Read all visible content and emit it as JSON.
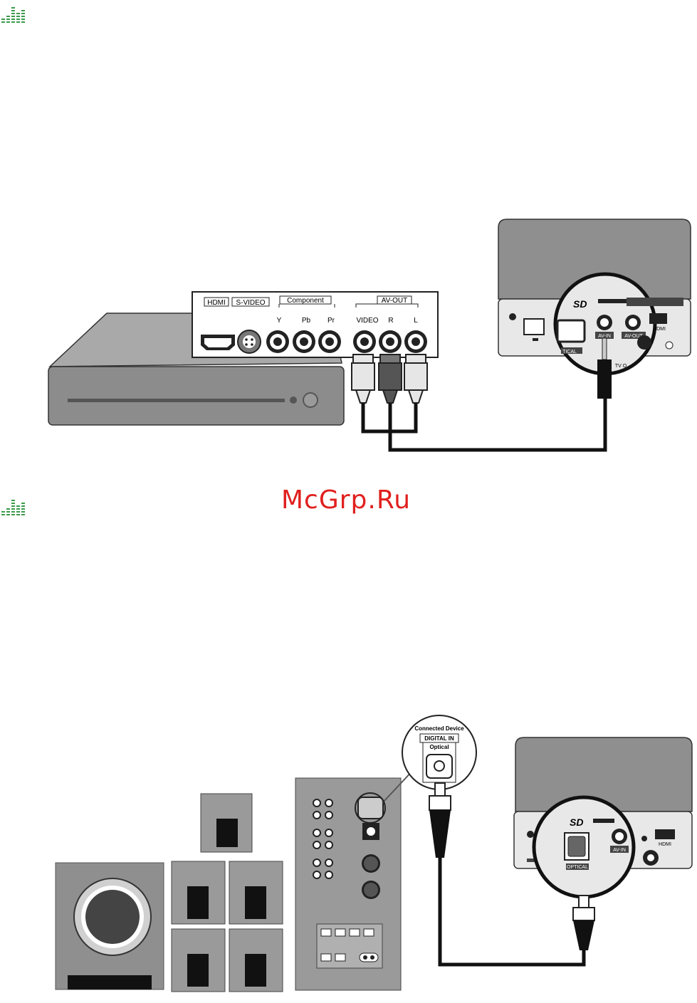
{
  "watermark": "McGrp.Ru",
  "colors": {
    "logo_green": "#3a9a4a",
    "watermark_red": "#e0201e",
    "device_gray": "#8f8f8f",
    "panel_dark": "#2a2a2a"
  },
  "diagram1": {
    "panel": {
      "hdmi": "HDMI",
      "svideo": "S-VIDEO",
      "component": "Component",
      "av_out": "AV-OUT",
      "y": "Y",
      "pb": "Pb",
      "pr": "Pr",
      "video": "VIDEO",
      "r": "R",
      "l": "L"
    },
    "player": {
      "sd": "SD",
      "av_in": "AV-IN",
      "av_out": "AV-OUT",
      "hdmi": "HDMI",
      "optical": "TICAL",
      "tv": "TV O"
    }
  },
  "diagram2": {
    "callout": {
      "connected": "Connected Device",
      "digital_in": "DIGITAL IN",
      "optical": "Optical"
    },
    "player": {
      "sd": "SD",
      "optical": "OPTICAL",
      "av_in": "AV-IN",
      "hdmi": "HDMI"
    }
  },
  "icons": [
    "equalizer-logo-icon",
    "hdmi-port-icon",
    "svideo-port-icon",
    "rca-jack-icon",
    "optical-port-icon"
  ]
}
